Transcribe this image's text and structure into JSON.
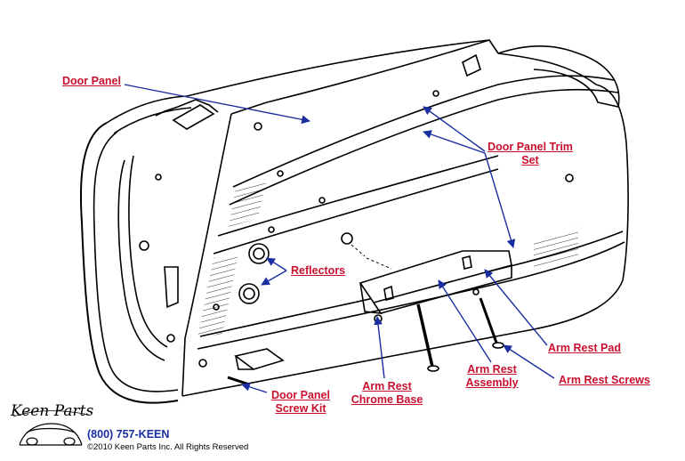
{
  "labels": {
    "door_panel": "Door Panel",
    "trim_set_line1": "Door Panel Trim",
    "trim_set_line2": "Set",
    "reflectors": "Reflectors",
    "arm_rest_pad": "Arm Rest Pad",
    "arm_rest_screws": "Arm Rest Screws",
    "arm_rest_assembly_line1": "Arm Rest",
    "arm_rest_assembly_line2": "Assembly",
    "chrome_base_line1": "Arm Rest",
    "chrome_base_line2": "Chrome Base",
    "screw_kit_line1": "Door Panel",
    "screw_kit_line2": "Screw Kit"
  },
  "footer": {
    "brand": "Keen Parts",
    "phone": "(800) 757-KEEN",
    "copyright": "©2010 Keen Parts Inc. All Rights Reserved"
  },
  "colors": {
    "label": "#c8102e",
    "arrow": "#1a2ea0",
    "line_art": "#000000"
  }
}
